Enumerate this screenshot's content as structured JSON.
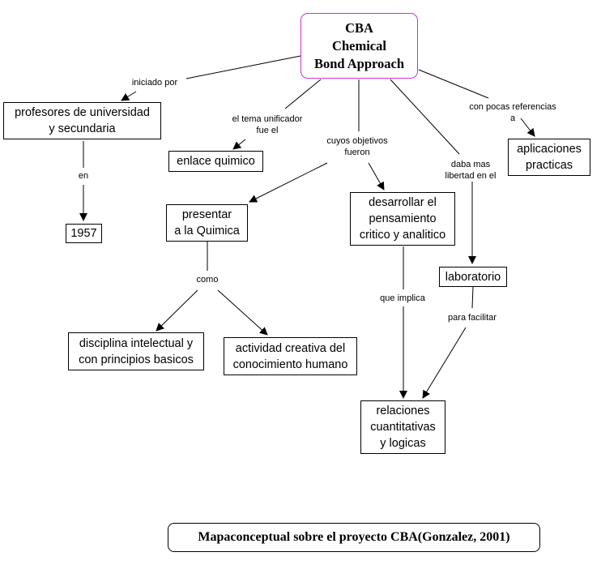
{
  "title": "CBA Chemical Bond Approach concept map",
  "colors": {
    "root_border": "#cc33cc",
    "line": "#000000",
    "background": "#ffffff"
  },
  "concepts": {
    "root": "CBA\nChemical\nBond Approach",
    "profesores": "profesores de universidad\ny secundaria",
    "year": "1957",
    "enlace": "enlace quimico",
    "presentar": "presentar\na la Quimica",
    "disciplina": "disciplina intelectual y\ncon principios basicos",
    "actividad": "actividad creativa del\nconocimiento humano",
    "desarrollar": "desarrollar el\npensamiento\ncritico y analitico",
    "laboratorio": "laboratorio",
    "relaciones": "relaciones\ncuantitativas\ny logicas",
    "aplicaciones": "aplicaciones\npracticas"
  },
  "links": {
    "iniciado_por": "iniciado  por",
    "en": "en",
    "tema_unificador": "el tema unificador\nfue el",
    "cuyos_objetivos": "cuyos objetivos\nfueron",
    "como": "como",
    "que_implica": "que implica",
    "daba_mas_libertad": "daba mas\nlibertad en el",
    "para_facilitar": "para facilitar",
    "pocas_referencias": "con pocas referencias a"
  },
  "caption": "Mapaconceptual sobre el proyecto CBA(Gonzalez, 2001)"
}
